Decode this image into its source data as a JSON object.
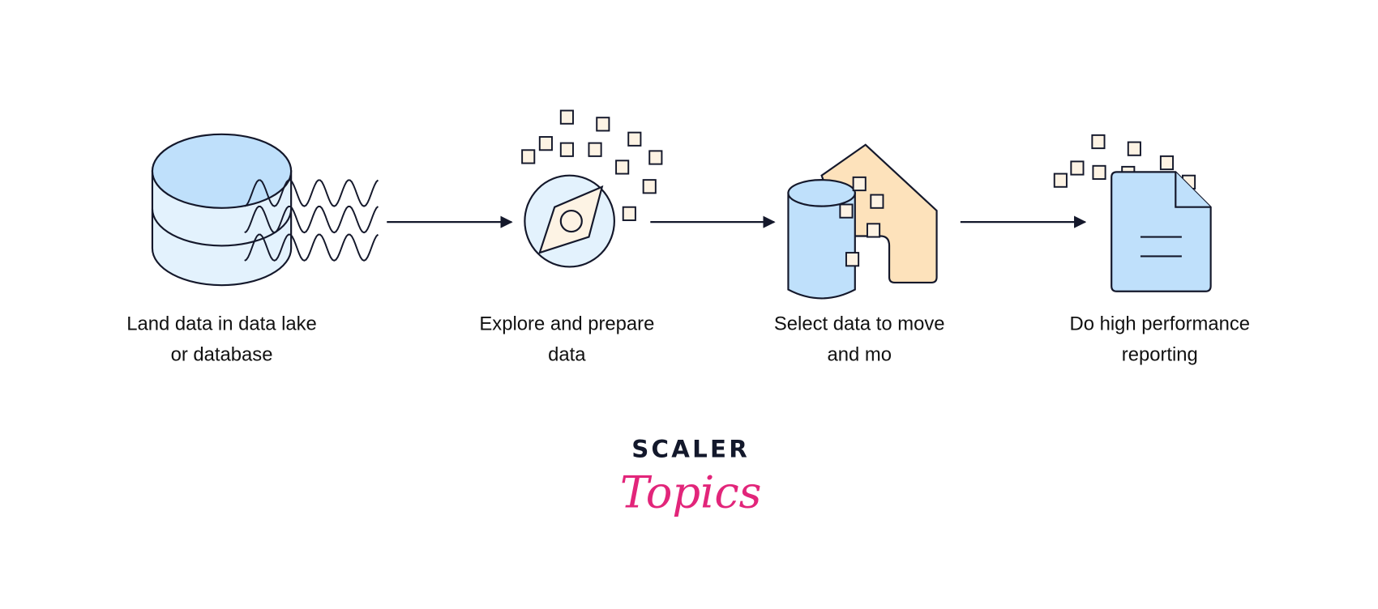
{
  "steps": [
    {
      "line1": "Land data in data lake",
      "line2": "or database",
      "icon": "database-icon"
    },
    {
      "line1": "Explore and prepare",
      "line2": "data",
      "icon": "compass-icon"
    },
    {
      "line1": "Select data to move",
      "line2": "and mo",
      "icon": "warehouse-icon"
    },
    {
      "line1": "Do high performance",
      "line2": "reporting",
      "icon": "document-icon"
    }
  ],
  "logo": {
    "top": "SCALER",
    "bottom": "Topics"
  },
  "colors": {
    "stroke": "#14182b",
    "blue_fill": "#bfe0fb",
    "blue_light": "#e3f2fd",
    "cream": "#fdf3e4",
    "orange_fill": "#fde2bb",
    "brand_dark": "#13182b",
    "brand_pink": "#e2257a"
  }
}
